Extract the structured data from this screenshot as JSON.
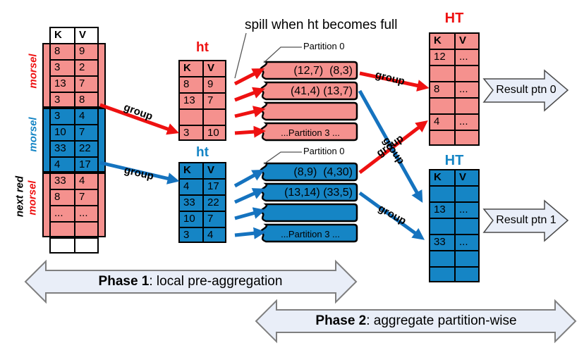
{
  "colors": {
    "pink": "#F5918E",
    "blue": "#1585C5",
    "red_accent": "#EE1111",
    "block_arrow_fill": "#E9EEF8"
  },
  "left_labels": {
    "morsel_top": "morsel",
    "morsel_mid": "morsel",
    "morsel_bottom": "morsel",
    "next_red": "next red"
  },
  "spill_note": "spill when ht becomes full",
  "group_labels": [
    "group",
    "group",
    "group",
    "group",
    "group",
    "group"
  ],
  "tables": {
    "input": {
      "headers": {
        "k": "K",
        "v": "V"
      },
      "rows": [
        {
          "k": "8",
          "v": "9"
        },
        {
          "k": "3",
          "v": "2"
        },
        {
          "k": "13",
          "v": "7"
        },
        {
          "k": "3",
          "v": "8"
        },
        {
          "k": "3",
          "v": "4"
        },
        {
          "k": "10",
          "v": "7"
        },
        {
          "k": "33",
          "v": "22"
        },
        {
          "k": "4",
          "v": "17"
        },
        {
          "k": "33",
          "v": "4"
        },
        {
          "k": "8",
          "v": "7"
        },
        {
          "k": "...",
          "v": "..."
        },
        {
          "k": "",
          "v": ""
        },
        {
          "k": "",
          "v": ""
        }
      ]
    },
    "ht_red": {
      "label": "ht",
      "headers": {
        "k": "K",
        "v": "V"
      },
      "rows": [
        {
          "k": "8",
          "v": "9"
        },
        {
          "k": "13",
          "v": "7"
        },
        {
          "k": "",
          "v": ""
        },
        {
          "k": "3",
          "v": "10"
        }
      ]
    },
    "ht_blue": {
      "label": "ht",
      "headers": {
        "k": "K",
        "v": "V"
      },
      "rows": [
        {
          "k": "4",
          "v": "17"
        },
        {
          "k": "33",
          "v": "22"
        },
        {
          "k": "10",
          "v": "7"
        },
        {
          "k": "3",
          "v": "4"
        }
      ]
    },
    "HT_red": {
      "label": "HT",
      "headers": {
        "k": "K",
        "v": "V"
      },
      "rows": [
        {
          "k": "12",
          "v": "..."
        },
        {
          "k": "",
          "v": ""
        },
        {
          "k": "8",
          "v": "..."
        },
        {
          "k": "",
          "v": ""
        },
        {
          "k": "4",
          "v": "..."
        },
        {
          "k": "",
          "v": ""
        }
      ]
    },
    "HT_blue": {
      "label": "HT",
      "headers": {
        "k": "K",
        "v": "V"
      },
      "rows": [
        {
          "k": "",
          "v": ""
        },
        {
          "k": "13",
          "v": "..."
        },
        {
          "k": "",
          "v": ""
        },
        {
          "k": "33",
          "v": "..."
        },
        {
          "k": "",
          "v": ""
        },
        {
          "k": "",
          "v": ""
        }
      ]
    }
  },
  "partitions": {
    "red": {
      "callout": "Partition 0",
      "rows": [
        "(12,7)  (8,3)",
        "(41,4) (13,7)",
        "",
        "...Partition 3 ..."
      ]
    },
    "blue": {
      "callout": "Partition 0",
      "rows": [
        "(8,9)  (4,30)",
        "(13,14) (33,5)",
        "",
        "...Partition 3 ..."
      ]
    }
  },
  "results": [
    {
      "label": "Result ptn 0"
    },
    {
      "label": "Result ptn 1"
    }
  ],
  "phases": [
    {
      "name": "Phase 1",
      "desc": ": local pre-aggregation"
    },
    {
      "name": "Phase 2",
      "desc": ": aggregate partition-wise"
    }
  ]
}
